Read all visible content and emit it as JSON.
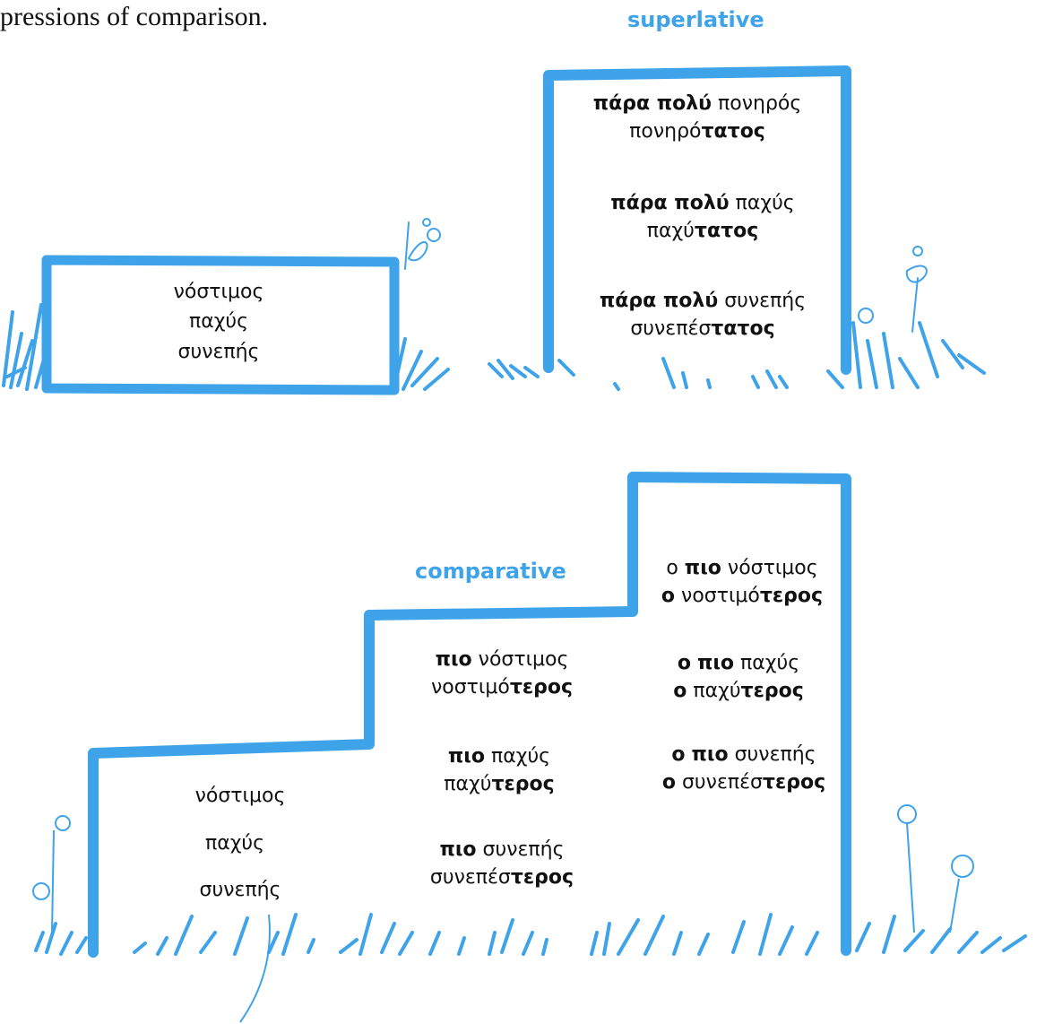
{
  "caption": "pressions of comparison.",
  "headings": {
    "superlative": "superlative",
    "comparative": "comparative"
  },
  "top_left_box": {
    "words": [
      "νόστιμος",
      "παχύς",
      "συνεπής"
    ]
  },
  "superlative_box": {
    "entries": [
      {
        "modifier": "πάρα πολύ",
        "adjective": "πονηρός",
        "stem": "πονηρό",
        "ending": "τατος"
      },
      {
        "modifier": "πάρα πολύ",
        "adjective": "παχύς",
        "stem": "παχύ",
        "ending": "τατος"
      },
      {
        "modifier": "πάρα πολύ",
        "adjective": "συνεπής",
        "stem": "συνεπέσ",
        "ending": "τατος"
      }
    ]
  },
  "stairs": {
    "base_words": [
      "νόστιμος",
      "παχύς",
      "συνεπής"
    ],
    "comparative": [
      {
        "modifier": "πιο",
        "adjective": "νόστιμος",
        "stem": "νοστιμό",
        "ending": "τερος"
      },
      {
        "modifier": "πιο",
        "adjective": "παχύς",
        "stem": "παχύ",
        "ending": "τερος"
      },
      {
        "modifier": "πιο",
        "adjective": "συνεπής",
        "stem": "συνεπέσ",
        "ending": "τερος"
      }
    ],
    "relative_superlative": [
      {
        "article1": "ο",
        "modifier": "πιο",
        "adjective": "νόστιμος",
        "article2": "ο",
        "stem": "νοστιμό",
        "ending": "τερος"
      },
      {
        "article1": "ο",
        "modifier": "πιο",
        "adjective": "παχύς",
        "article2": "ο",
        "stem": "παχύ",
        "ending": "τερος"
      },
      {
        "article1": "ο",
        "modifier": "πιο",
        "adjective": "συνεπής",
        "article2": "ο",
        "stem": "συνεπέσ",
        "ending": "τερος"
      }
    ]
  },
  "colors": {
    "accent_blue": "#3ea3e8",
    "text": "#111111"
  }
}
